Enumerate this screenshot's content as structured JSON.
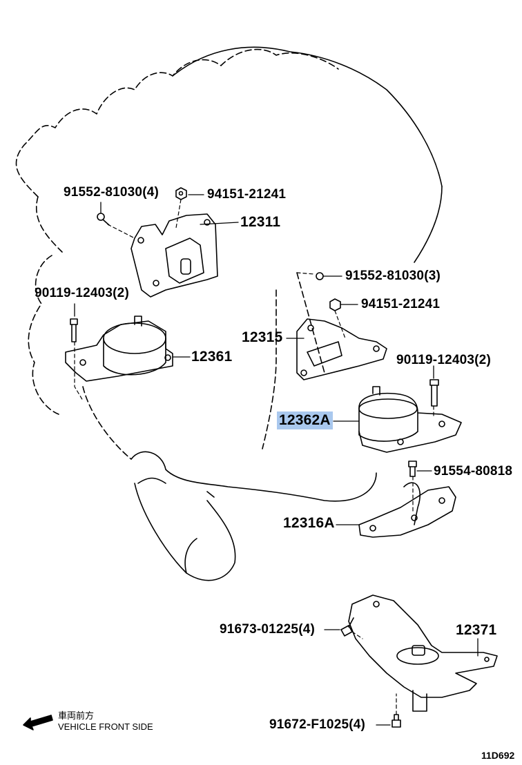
{
  "labels": {
    "p91552_81030_4": "91552-81030(4)",
    "p94151_21241_a": "94151-21241",
    "p12311": "12311",
    "p90119_12403_2_a": "90119-12403(2)",
    "p12361": "12361",
    "p91552_81030_3": "91552-81030(3)",
    "p94151_21241_b": "94151-21241",
    "p12315": "12315",
    "p90119_12403_2_b": "90119-12403(2)",
    "p12362A": "12362A",
    "p91554_80818": "91554-80818",
    "p12316A": "12316A",
    "p91673_01225_4": "91673-01225(4)",
    "p12371": "12371",
    "p91672_F1025_4": "91672-F1025(4)"
  },
  "legend": {
    "japanese": "車両前方",
    "english": "VEHICLE FRONT SIDE"
  },
  "diagram_code": "11D692",
  "highlight_color": "#a9c8ee"
}
